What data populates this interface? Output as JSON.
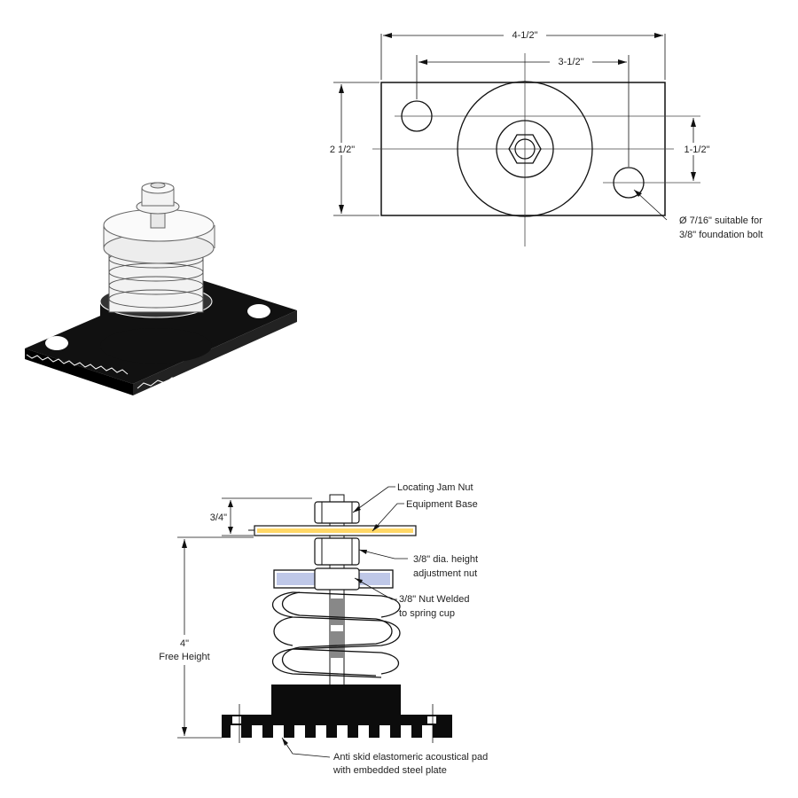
{
  "plan_view": {
    "overall_width": "4-1/2\"",
    "bolt_spacing": "3-1/2\"",
    "overall_depth": "2 1/2\"",
    "hole_offset": "1-1/2\"",
    "hole_note_line1": "Ø 7/16\" suitable for",
    "hole_note_line2": "3/8\" foundation bolt"
  },
  "section_view": {
    "locating_jam_nut": "Locating Jam Nut",
    "equipment_base": "Equipment Base",
    "adjustment_nut_line1": "3/8\" dia. height",
    "adjustment_nut_line2": "adjustment nut",
    "welded_nut_line1": "3/8\" Nut Welded",
    "welded_nut_line2": "to spring cup",
    "base_clearance": "3/4\"",
    "free_height_value": "4\"",
    "free_height_label": "Free Height",
    "pad_note_line1": "Anti skid elastomeric acoustical pad",
    "pad_note_line2": "with embedded steel plate"
  }
}
